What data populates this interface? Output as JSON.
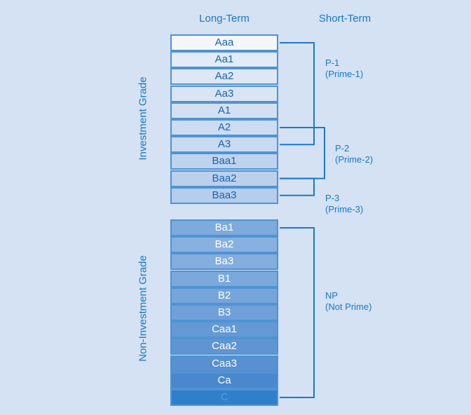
{
  "headers": {
    "long_term": "Long-Term",
    "short_term": "Short-Term"
  },
  "groups": {
    "investment": "Investment Grade",
    "non_investment": "Non-Investment Grade"
  },
  "ratings": [
    {
      "label": "Aaa",
      "fill": "#f3f6fb",
      "text": "#1a64aa"
    },
    {
      "label": "Aa1",
      "fill": "#e2ebf7",
      "text": "#1a64aa"
    },
    {
      "label": "Aa2",
      "fill": "#dde7f5",
      "text": "#1a64aa"
    },
    {
      "label": "Aa3",
      "fill": "#d9e4f4",
      "text": "#1a64aa"
    },
    {
      "label": "A1",
      "fill": "#d3e0f2",
      "text": "#1a64aa"
    },
    {
      "label": "A2",
      "fill": "#cddcf1",
      "text": "#1a64aa"
    },
    {
      "label": "A3",
      "fill": "#c8d9f0",
      "text": "#1a64aa"
    },
    {
      "label": "Baa1",
      "fill": "#c0d3ee",
      "text": "#1a64aa"
    },
    {
      "label": "Baa2",
      "fill": "#bbd0ed",
      "text": "#1a64aa"
    },
    {
      "label": "Baa3",
      "fill": "#b6cdec",
      "text": "#1a64aa"
    },
    {
      "label": "Ba1",
      "fill": "#7eaadc",
      "text": "#ffffff"
    },
    {
      "label": "Ba2",
      "fill": "#88b1df",
      "text": "#ffffff"
    },
    {
      "label": "Ba3",
      "fill": "#83aedd",
      "text": "#ffffff"
    },
    {
      "label": "B1",
      "fill": "#7ca9dc",
      "text": "#ffffff"
    },
    {
      "label": "B2",
      "fill": "#76a5da",
      "text": "#ffffff"
    },
    {
      "label": "B3",
      "fill": "#6fa0d8",
      "text": "#ffffff"
    },
    {
      "label": "Caa1",
      "fill": "#6599d5",
      "text": "#ffffff"
    },
    {
      "label": "Caa2",
      "fill": "#5e95d3",
      "text": "#ffffff"
    },
    {
      "label": "Caa3",
      "fill": "#5890d1",
      "text": "#ffffff"
    },
    {
      "label": "Ca",
      "fill": "#4a88cd",
      "text": "#ffffff"
    },
    {
      "label": "C",
      "fill": "#2f7fcb",
      "text": "#5aa0dc"
    }
  ],
  "short_term": [
    {
      "code": "P-1",
      "desc": "(Prime-1)",
      "from": "Aaa",
      "to": "A3"
    },
    {
      "code": "P-2",
      "desc": "(Prime-2)",
      "from": "A2",
      "to": "Baa2"
    },
    {
      "code": "P-3",
      "desc": "(Prime-3)",
      "from": "Baa2",
      "to": "Baa3"
    },
    {
      "code": "NP",
      "desc": "(Not Prime)",
      "from": "Ba1",
      "to": "C"
    }
  ],
  "colors": {
    "accent": "#1a77c6",
    "bracket": "#1e78c8",
    "border": "#4f93d3",
    "background": "#d4e2f4"
  }
}
